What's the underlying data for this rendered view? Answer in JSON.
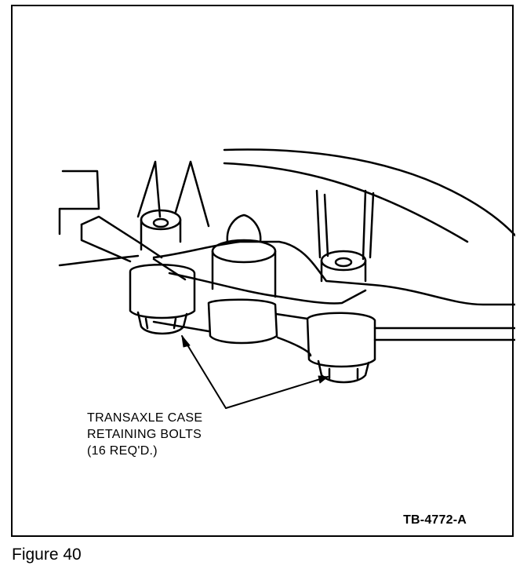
{
  "figure": {
    "callout_lines": [
      "TRANSAXLE CASE",
      "RETAINING BOLTS",
      "(16 REQ'D.)"
    ],
    "figure_id": "TB-4772-A",
    "caption": "Figure 40"
  }
}
